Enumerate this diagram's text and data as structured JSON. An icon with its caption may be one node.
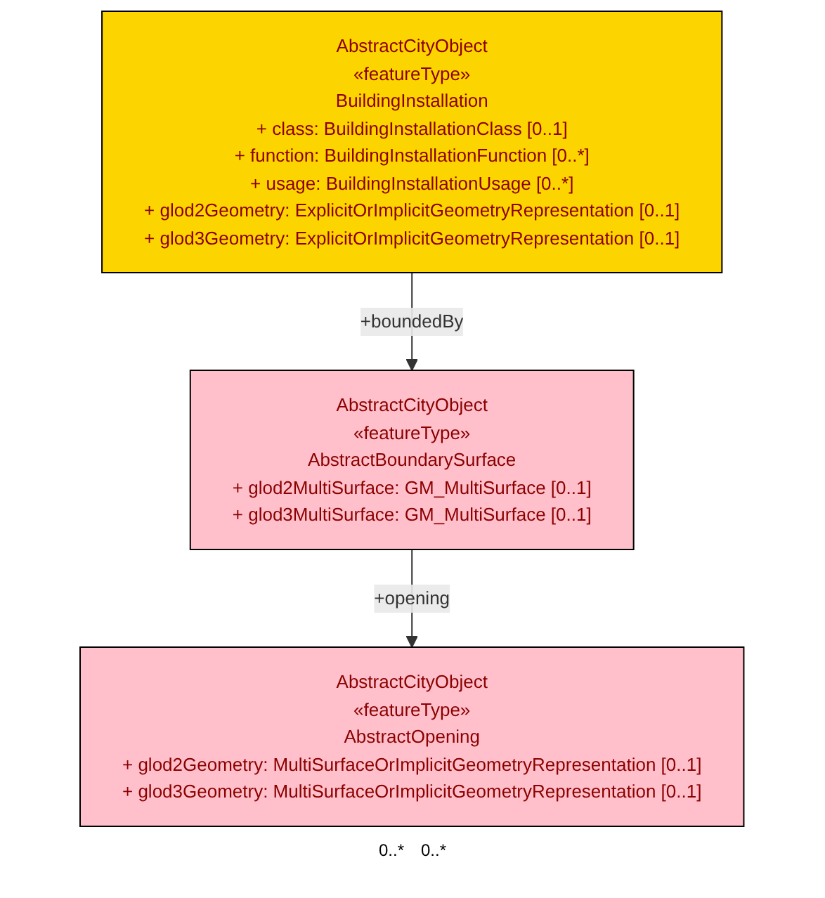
{
  "diagram": {
    "nodes": [
      {
        "text": [
          "AbstractCityObject",
          "«featureType»",
          "BuildingInstallation",
          "+ class: BuildingInstallationClass [0..1]",
          "+ function: BuildingInstallationFunction [0..*]",
          "+ usage: BuildingInstallationUsage [0..*]",
          "+ glod2Geometry: ExplicitOrImplicitGeometryRepresentation [0..1]",
          "+ glod3Geometry: ExplicitOrImplicitGeometryRepresentation [0..1]"
        ]
      },
      {
        "text": [
          "AbstractCityObject",
          "«featureType»",
          "AbstractBoundarySurface",
          "+ glod2MultiSurface: GM_MultiSurface [0..1]",
          "+ glod3MultiSurface: GM_MultiSurface [0..1]"
        ]
      },
      {
        "text": [
          "AbstractCityObject",
          "«featureType»",
          "AbstractOpening",
          "+ glod2Geometry: MultiSurfaceOrImplicitGeometryRepresentation [0..1]",
          "+ glod3Geometry: MultiSurfaceOrImplicitGeometryRepresentation [0..1]"
        ]
      }
    ],
    "edges": [
      {
        "from": 0,
        "to": 1,
        "arrow": "to",
        "label": "+boundedBy"
      },
      {
        "from": 1,
        "to": 2,
        "arrow": "to",
        "label": "+opening"
      }
    ],
    "labels": [
      "0..*",
      "0..*"
    ]
  }
}
